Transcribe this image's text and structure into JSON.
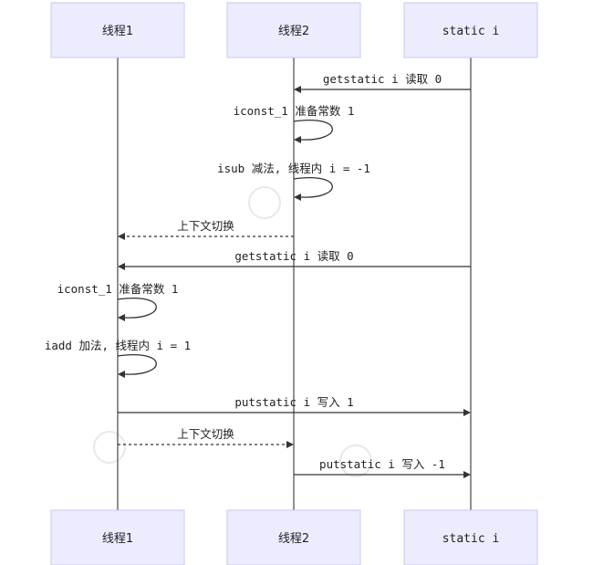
{
  "actors": [
    {
      "id": "t1",
      "label": "线程1"
    },
    {
      "id": "t2",
      "label": "线程2"
    },
    {
      "id": "si",
      "label": "static i"
    }
  ],
  "messages": [
    {
      "from": "si",
      "to": "t2",
      "label": "getstatic i 读取 0",
      "style": "solid"
    },
    {
      "from": "t2",
      "to": "t2",
      "label": "iconst_1 准备常数 1",
      "style": "solid"
    },
    {
      "from": "t2",
      "to": "t2",
      "label": "isub 减法, 线程内 i = -1",
      "style": "solid"
    },
    {
      "from": "t2",
      "to": "t1",
      "label": "上下文切换",
      "style": "dashed"
    },
    {
      "from": "si",
      "to": "t1",
      "label": "getstatic i 读取 0",
      "style": "solid"
    },
    {
      "from": "t1",
      "to": "t1",
      "label": "iconst_1 准备常数 1",
      "style": "solid"
    },
    {
      "from": "t1",
      "to": "t1",
      "label": "iadd 加法, 线程内 i = 1",
      "style": "solid"
    },
    {
      "from": "t1",
      "to": "si",
      "label": "putstatic i 写入 1",
      "style": "solid"
    },
    {
      "from": "t1",
      "to": "t2",
      "label": "上下文切换",
      "style": "dashed"
    },
    {
      "from": "t2",
      "to": "si",
      "label": "putstatic i 写入 -1",
      "style": "solid"
    }
  ]
}
